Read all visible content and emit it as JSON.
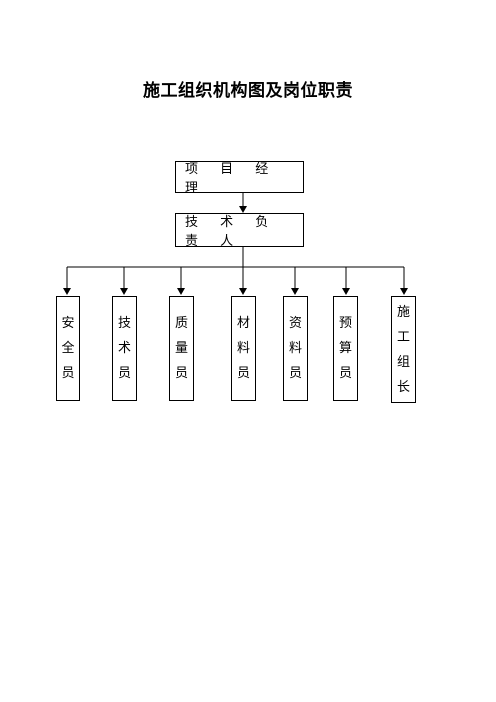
{
  "title": "施工组织机构图及岗位职责",
  "nodes": {
    "manager": "项 目 经 理",
    "tech_lead": "技 术 负 责 人"
  },
  "staff": [
    {
      "chars": [
        "安",
        "全",
        "员"
      ]
    },
    {
      "chars": [
        "技",
        "术",
        "员"
      ]
    },
    {
      "chars": [
        "质",
        "量",
        "员"
      ]
    },
    {
      "chars": [
        "材",
        "料",
        "员"
      ]
    },
    {
      "chars": [
        "资",
        "料",
        "员"
      ]
    },
    {
      "chars": [
        "预",
        "算",
        "员"
      ]
    },
    {
      "chars": [
        "施",
        "工",
        "组",
        "长"
      ]
    }
  ]
}
